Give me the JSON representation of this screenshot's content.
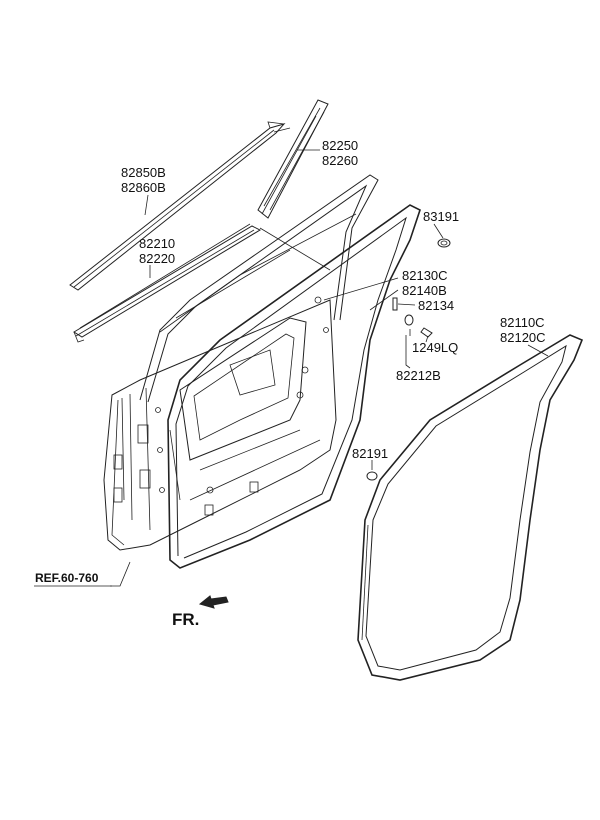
{
  "labels": {
    "p82850b": "82850B",
    "p82860b": "82860B",
    "p82250": "82250",
    "p82260": "82260",
    "p82210": "82210",
    "p82220": "82220",
    "p83191": "83191",
    "p82130c": "82130C",
    "p82140b": "82140B",
    "p82134": "82134",
    "p1249lq": "1249LQ",
    "p82212b": "82212B",
    "p82110c": "82110C",
    "p82120c": "82120C",
    "p82191": "82191",
    "ref": "REF.60-760",
    "fr": "FR."
  },
  "colors": {
    "line": "#222222",
    "background": "#ffffff"
  }
}
